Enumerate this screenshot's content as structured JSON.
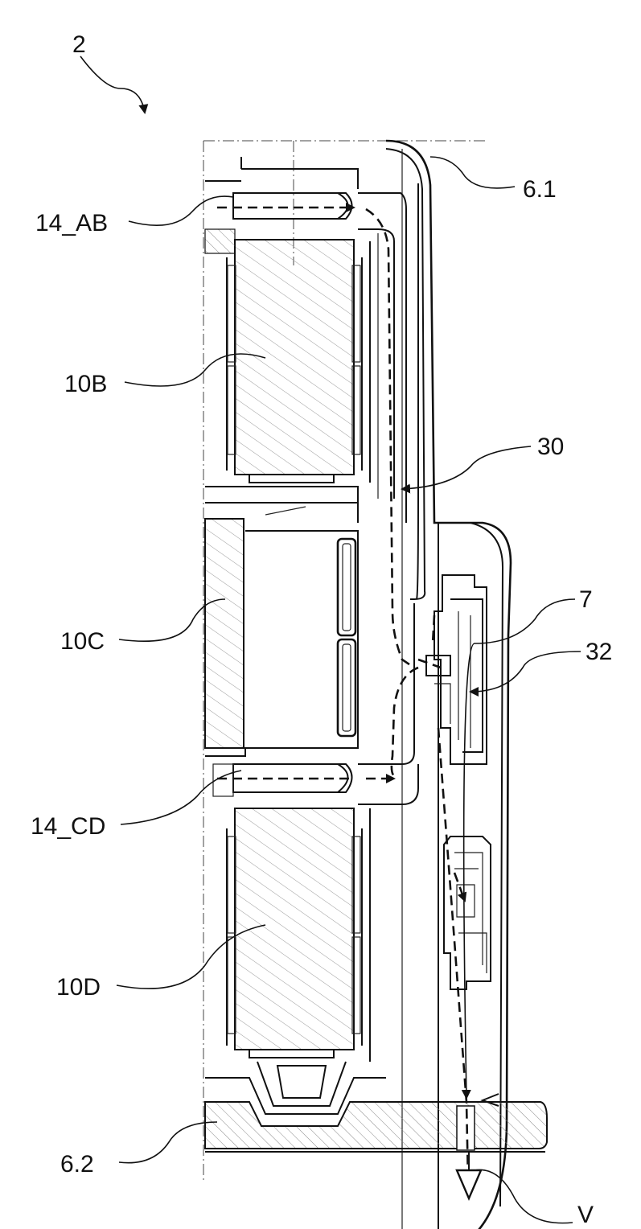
{
  "figure": {
    "labels": {
      "device": "2",
      "channel_top": "14_AB",
      "channel_bottom": "14_CD",
      "battery_b": "10B",
      "battery_c": "10C",
      "battery_d": "10D",
      "housing_top": "6.1",
      "housing_bottom": "6.2",
      "flow_path": "30",
      "valve": "32",
      "outlet": "7",
      "vent_direction": "V"
    },
    "colors": {
      "line": "#111111",
      "hatch": "#9a9a9a",
      "background": "#ffffff"
    }
  }
}
